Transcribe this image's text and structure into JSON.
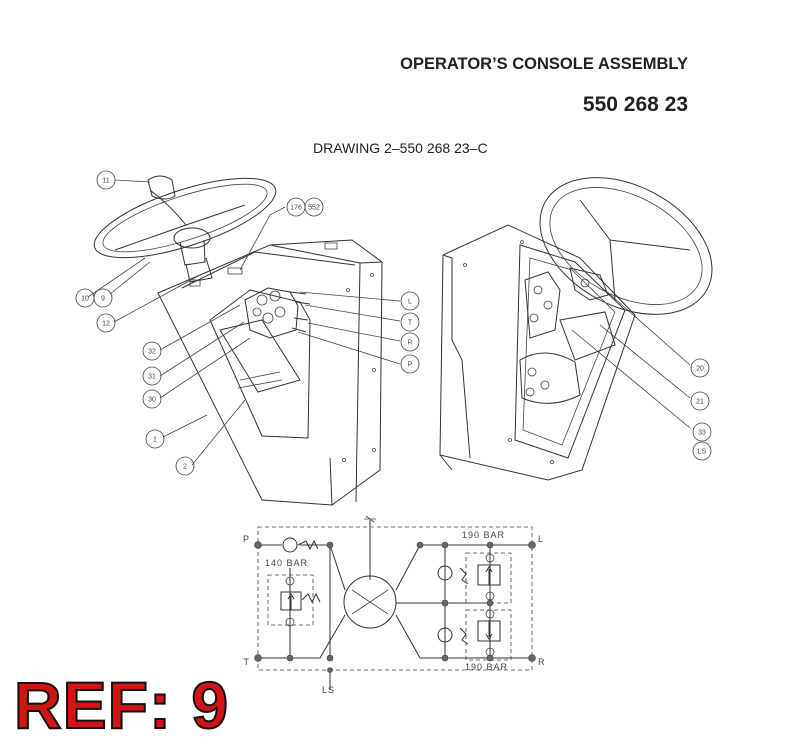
{
  "header": {
    "title": "OPERATOR’S CONSOLE ASSEMBLY",
    "part_number": "550 268 23",
    "drawing": "DRAWING 2–550 268 23–C"
  },
  "ref_stamp": "REF: 9",
  "callouts": {
    "c11": "11",
    "c176": "176",
    "c552": "552",
    "c10": "10",
    "c9": "9",
    "c12": "12",
    "c32": "32",
    "c31": "31",
    "c30": "30",
    "c1": "1",
    "c2": "2",
    "cL": "L",
    "cT": "T",
    "cR": "R",
    "cP": "P",
    "c20": "20",
    "c21": "21",
    "c33": "33",
    "cLS": "LS"
  },
  "schematic": {
    "port_p": "P",
    "port_l": "L",
    "port_t": "T",
    "port_r": "R",
    "port_ls": "LS",
    "relief_top": "190 BAR",
    "relief_left": "140 BAR",
    "relief_bottom": "190 BAR"
  },
  "colors": {
    "stamp_red": "#d21414",
    "line": "#333333",
    "node": "#666666"
  }
}
